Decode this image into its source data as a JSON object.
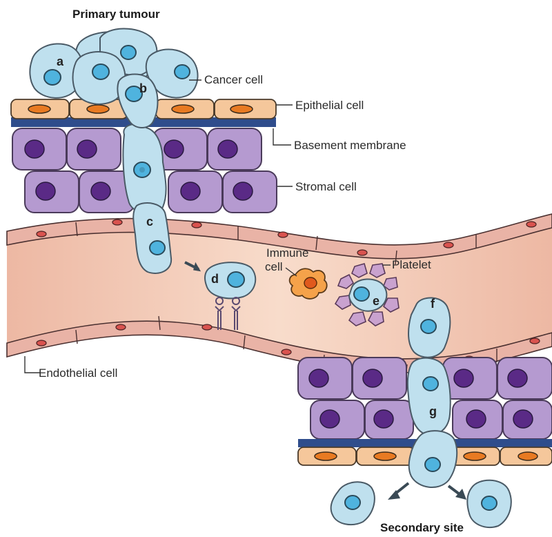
{
  "title_top": "Primary tumour",
  "title_bottom": "Secondary site",
  "labels": {
    "cancer_cell": "Cancer cell",
    "epithelial_cell": "Epithelial cell",
    "basement_membrane": "Basement membrane",
    "stromal_cell": "Stromal cell",
    "endothelial_cell": "Endothelial cell",
    "immune_cell_line1": "Immune",
    "immune_cell_line2": "cell",
    "platelet": "Platelet"
  },
  "steps": {
    "a": "a",
    "b": "b",
    "c": "c",
    "d": "d",
    "e": "e",
    "f": "f",
    "g": "g"
  },
  "colors": {
    "cancer_cell": "#bfe0ee",
    "cancer_nucleus": "#4fb3de",
    "stromal_cell": "#b59ad0",
    "stromal_nucleus": "#5a2a86",
    "epithelial_cell": "#f5c79b",
    "epithelial_nucleus": "#e87a22",
    "basement_membrane": "#2f4d8c",
    "vessel_lumen": "#f2cbb8",
    "endothelial_cell": "#e9b3a6",
    "immune_cell": "#f5a24a",
    "platelet": "#c9a2cf"
  }
}
